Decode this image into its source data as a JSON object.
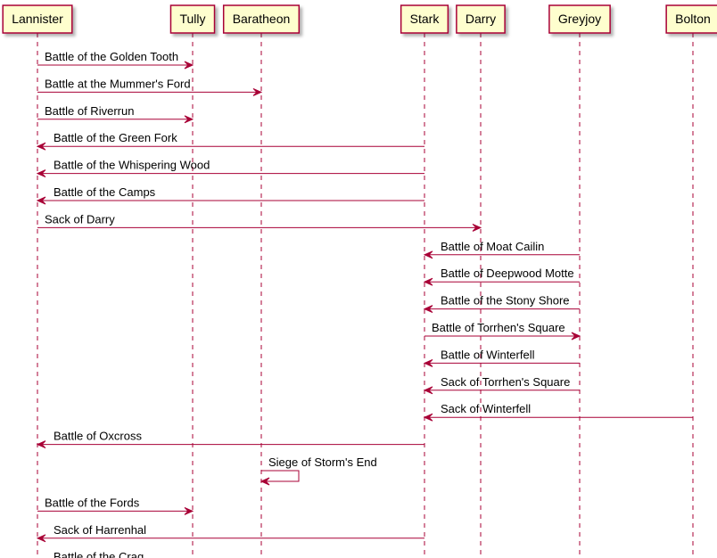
{
  "colors": {
    "participant_fill": "#FEFECE",
    "participant_border": "#A80036",
    "arrow": "#A80036",
    "text": "#000000"
  },
  "participants": [
    {
      "id": "lannister",
      "label": "Lannister"
    },
    {
      "id": "tully",
      "label": "Tully"
    },
    {
      "id": "baratheon",
      "label": "Baratheon"
    },
    {
      "id": "stark",
      "label": "Stark"
    },
    {
      "id": "darry",
      "label": "Darry"
    },
    {
      "id": "greyjoy",
      "label": "Greyjoy"
    },
    {
      "id": "bolton",
      "label": "Bolton"
    }
  ],
  "messages": [
    {
      "from": "lannister",
      "to": "tully",
      "label": "Battle of the Golden Tooth"
    },
    {
      "from": "lannister",
      "to": "baratheon",
      "label": "Battle at the Mummer's Ford"
    },
    {
      "from": "lannister",
      "to": "tully",
      "label": "Battle of Riverrun"
    },
    {
      "from": "stark",
      "to": "lannister",
      "label": "Battle of the Green Fork"
    },
    {
      "from": "stark",
      "to": "lannister",
      "label": "Battle of the Whispering Wood"
    },
    {
      "from": "stark",
      "to": "lannister",
      "label": "Battle of the Camps"
    },
    {
      "from": "lannister",
      "to": "darry",
      "label": "Sack of Darry"
    },
    {
      "from": "greyjoy",
      "to": "stark",
      "label": "Battle of Moat Cailin"
    },
    {
      "from": "greyjoy",
      "to": "stark",
      "label": "Battle of Deepwood Motte"
    },
    {
      "from": "greyjoy",
      "to": "stark",
      "label": "Battle of the Stony Shore"
    },
    {
      "from": "stark",
      "to": "greyjoy",
      "label": "Battle of Torrhen's Square"
    },
    {
      "from": "greyjoy",
      "to": "stark",
      "label": "Battle of Winterfell"
    },
    {
      "from": "greyjoy",
      "to": "stark",
      "label": "Sack of Torrhen's Square"
    },
    {
      "from": "bolton",
      "to": "stark",
      "label": "Sack of Winterfell"
    },
    {
      "from": "stark",
      "to": "lannister",
      "label": "Battle of Oxcross"
    },
    {
      "from": "baratheon",
      "to": "baratheon",
      "label": "Siege of Storm's End"
    },
    {
      "from": "lannister",
      "to": "tully",
      "label": "Battle of the Fords"
    },
    {
      "from": "stark",
      "to": "lannister",
      "label": "Sack of Harrenhal"
    },
    {
      "from": "stark",
      "to": "lannister",
      "label": "Battle of the Crag"
    }
  ]
}
